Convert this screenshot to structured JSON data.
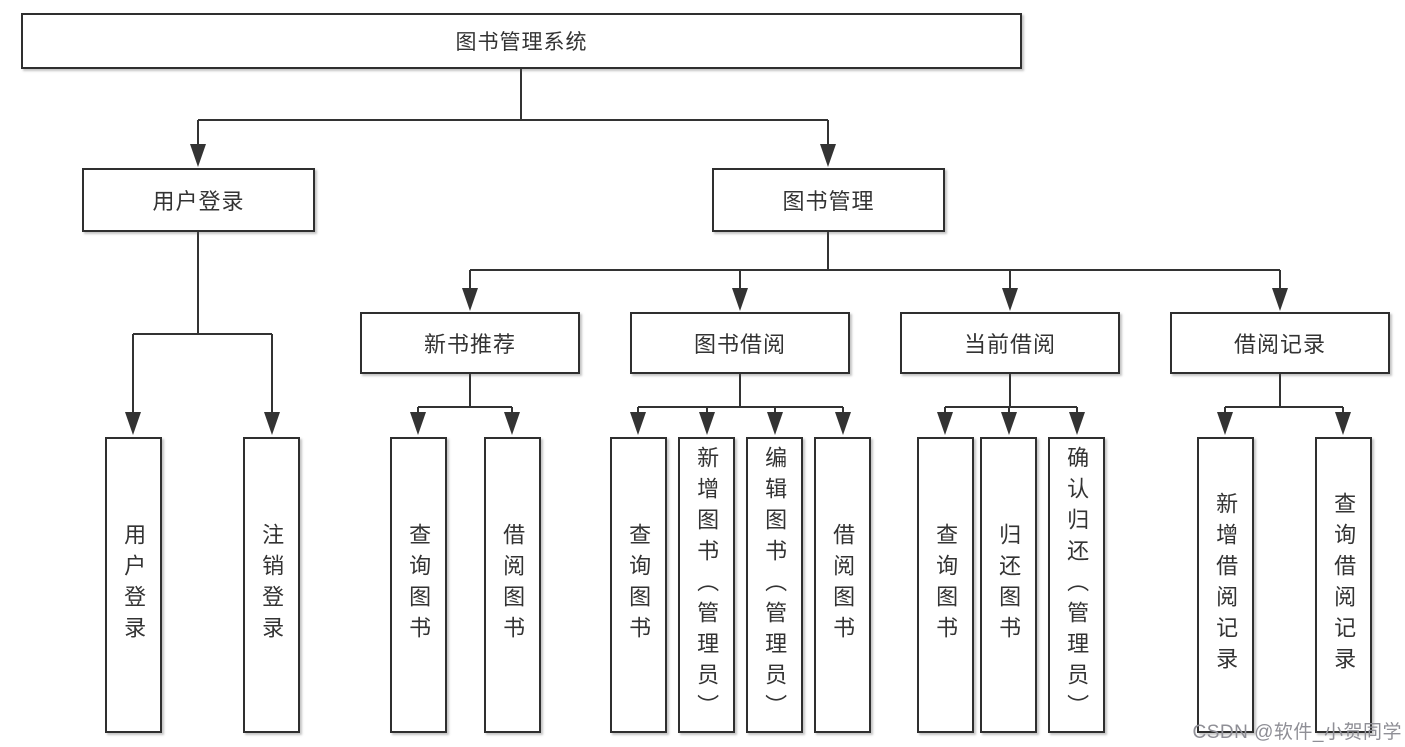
{
  "diagram": {
    "root": "图书管理系统",
    "user_branch": {
      "label": "用户登录",
      "leaves": [
        "用户登录",
        "注销登录"
      ]
    },
    "book_branch": {
      "label": "图书管理",
      "groups": [
        {
          "label": "新书推荐",
          "leaves": [
            "查询图书",
            "借阅图书"
          ]
        },
        {
          "label": "图书借阅",
          "leaves": [
            "查询图书",
            "新增图书（管理员）",
            "编辑图书（管理员）",
            "借阅图书"
          ]
        },
        {
          "label": "当前借阅",
          "leaves": [
            "查询图书",
            "归还图书",
            "确认归还（管理员）"
          ]
        },
        {
          "label": "借阅记录",
          "leaves": [
            "新增借阅记录",
            "查询借阅记录"
          ]
        }
      ]
    }
  },
  "watermark": "CSDN @软件_小贺同学",
  "colors": {
    "line": "#333333",
    "border": "#2f2f2f",
    "text": "#333333",
    "watermark": "#8f8f96",
    "background": "#ffffff"
  }
}
